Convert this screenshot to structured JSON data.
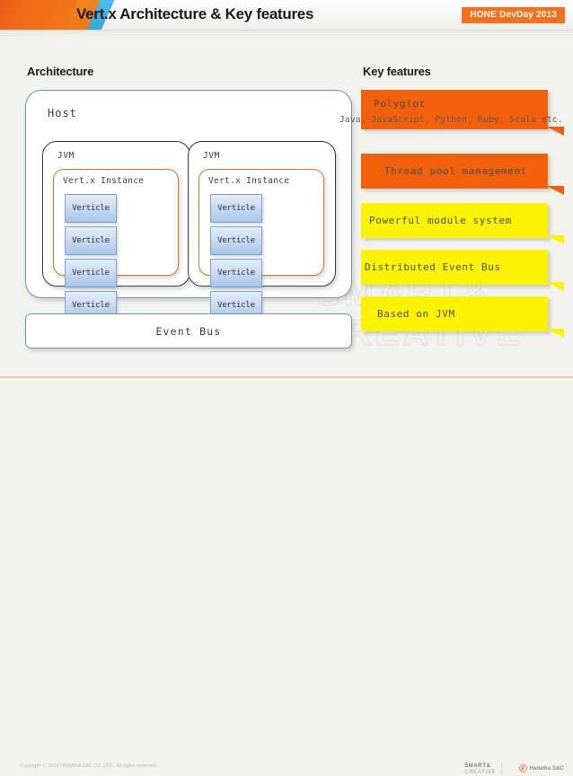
{
  "header": {
    "title": "Vert.x Architecture & Key features",
    "badge": "HONE DevDay 2013",
    "accent_orange": "#ee7014",
    "accent_blue": "#2e9fd4"
  },
  "sections": {
    "architecture_title": "Architecture",
    "key_features_title": "Key features"
  },
  "architecture": {
    "host_label": "Host",
    "event_bus_label": "Event Bus",
    "host_border_color": "#7591b8",
    "jvm_border_color": "#3a3a3a",
    "vertx_border_color": "#e2711d",
    "verticle_color": "#c6daf1",
    "jvms": [
      {
        "label": "JVM",
        "instance_label": "Vert.x Instance",
        "verticles": [
          "Verticle",
          "Verticle",
          "Verticle",
          "Verticle"
        ]
      },
      {
        "label": "JVM",
        "instance_label": "Vert.x Instance",
        "verticles": [
          "Verticle",
          "Verticle",
          "Verticle",
          "Verticle"
        ]
      }
    ]
  },
  "key_features": {
    "orange_color": "#f2600c",
    "yellow_color": "#fcf300",
    "items": [
      {
        "label": "Polyglot",
        "sub": "Java, JavaScript, Python, Ruby, Scala etc.",
        "color": "orange"
      },
      {
        "label": "Thread pool management",
        "sub": "",
        "color": "orange"
      },
      {
        "label": "Powerful module system",
        "sub": "",
        "color": "yellow"
      },
      {
        "label": "Distributed Event Bus",
        "sub": "",
        "color": "yellow"
      },
      {
        "label": "Based on JVM",
        "sub": "",
        "color": "yellow"
      }
    ]
  },
  "watermark": {
    "line1": "SMART&",
    "line2": "CREATIVE"
  },
  "footer": {
    "copyright": "Copyright ⓒ 2013 HANWHA S&C CO.,LTD., All rights reserved.",
    "pagenum": "- -",
    "brand_line1": "SMART&",
    "brand_line2": "CREATIVE",
    "company": "Hanwha S&C"
  }
}
